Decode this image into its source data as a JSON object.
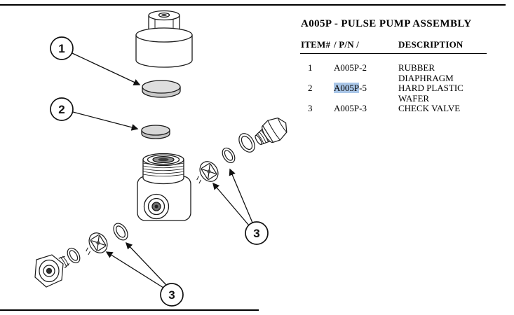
{
  "panel": {
    "title": "A005P - PULSE PUMP ASSEMBLY",
    "table": {
      "col_item": "ITEM#",
      "col_pn": "/ P/N /",
      "col_desc": "DESCRIPTION",
      "rows": [
        {
          "item": "1",
          "pn": "A005P-2",
          "desc": "RUBBER DIAPHRAGM"
        },
        {
          "item": "2",
          "pn_highlighted": "A005P",
          "pn_plain": "-5",
          "desc": "HARD PLASTIC WAFER",
          "highlight_style": "background-color:#a9c6e8"
        },
        {
          "item": "3",
          "pn": "A005P-3",
          "desc": "CHECK VALVE"
        }
      ],
      "highlight_color": "#a9c6e8"
    }
  },
  "diagram": {
    "balloons": [
      {
        "label": "1"
      },
      {
        "label": "2"
      },
      {
        "label": "3"
      },
      {
        "label": "3"
      }
    ]
  }
}
